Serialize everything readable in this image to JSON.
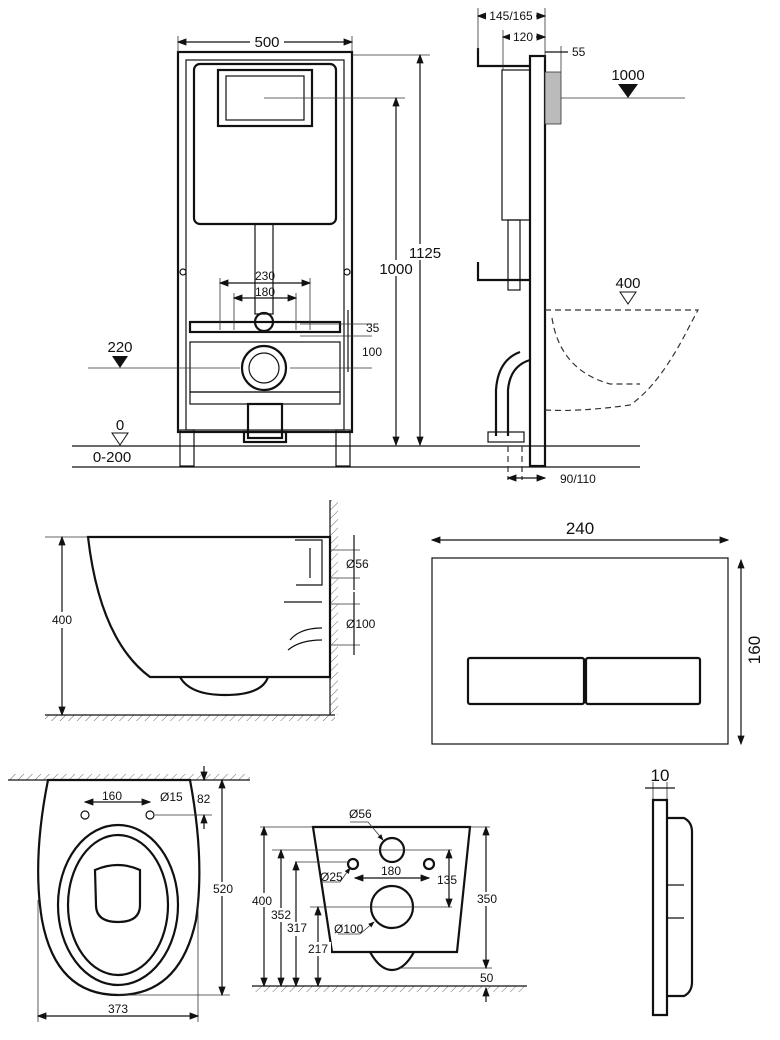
{
  "front_view": {
    "width": "500",
    "height_total": "1125",
    "height_actuator": "1000",
    "stud_spacing_outer": "230",
    "stud_spacing_inner": "180",
    "offset_35": "35",
    "offset_100": "100",
    "level_220": "220",
    "level_0": "0",
    "floor_range": "0-200"
  },
  "side_view": {
    "depth_range": "145/165",
    "depth_120": "120",
    "depth_55": "55",
    "level_1000": "1000",
    "level_400": "400",
    "pipe_offset": "90/110"
  },
  "bowl_side": {
    "height": "400",
    "inlet_diameter": "Ø56",
    "outlet_diameter": "Ø100"
  },
  "flush_plate": {
    "width": "240",
    "height": "160",
    "thickness": "10"
  },
  "bowl_top": {
    "bolt_spacing": "160",
    "bolt_diameter": "Ø15",
    "bolt_offset": "82",
    "length": "520",
    "width": "373"
  },
  "bowl_rear": {
    "inlet_diameter": "Ø56",
    "bolt_diameter": "Ø25",
    "bolt_spacing": "180",
    "vertical_135": "135",
    "height_400": "400",
    "height_352": "352",
    "height_317": "317",
    "height_217": "217",
    "height_350": "350",
    "height_50": "50",
    "outlet_diameter": "Ø100"
  }
}
